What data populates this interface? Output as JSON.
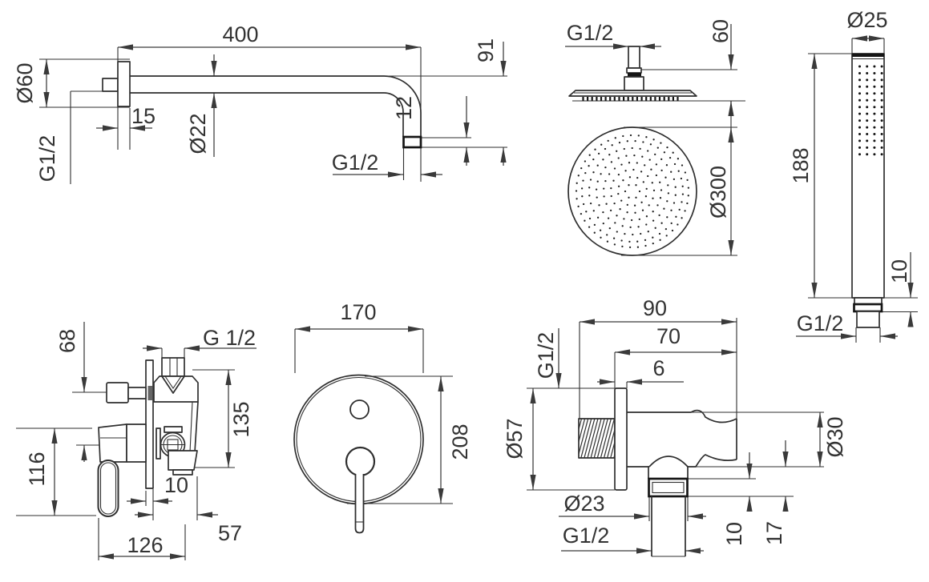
{
  "page": {
    "background": "#ffffff",
    "line_color": "#2f2f2f",
    "text_color": "#333333"
  },
  "arm": {
    "length": "400",
    "flange_diameter": "Ø60",
    "flange_depth": "15",
    "wall_thread": "G1/2",
    "pipe_diameter": "Ø22",
    "outlet_collar_height": "12",
    "outlet_drop": "91",
    "outlet_thread": "G1/2"
  },
  "head": {
    "thread": "G1/2",
    "stem_height": "60",
    "diameter": "Ø300"
  },
  "hand_shower": {
    "diameter": "Ø25",
    "length": "188",
    "collar_height": "10",
    "thread": "G1/2"
  },
  "mixer": {
    "knob_offset": "68",
    "top_thread": "G 1/2",
    "body_height": "135",
    "handle_height": "116",
    "plate_thickness": "10",
    "body_depth": "57",
    "total_depth": "126"
  },
  "plate": {
    "width": "170",
    "height": "208"
  },
  "outlet": {
    "total_depth": "90",
    "holder_depth": "70",
    "plate_thickness": "6",
    "wall_thread": "G1/2",
    "flange_diameter": "Ø57",
    "spout_diameter": "Ø23",
    "spout_thread": "G1/2",
    "holder_diameter": "Ø30",
    "spout_collar_height": "10",
    "spout_height": "17"
  }
}
